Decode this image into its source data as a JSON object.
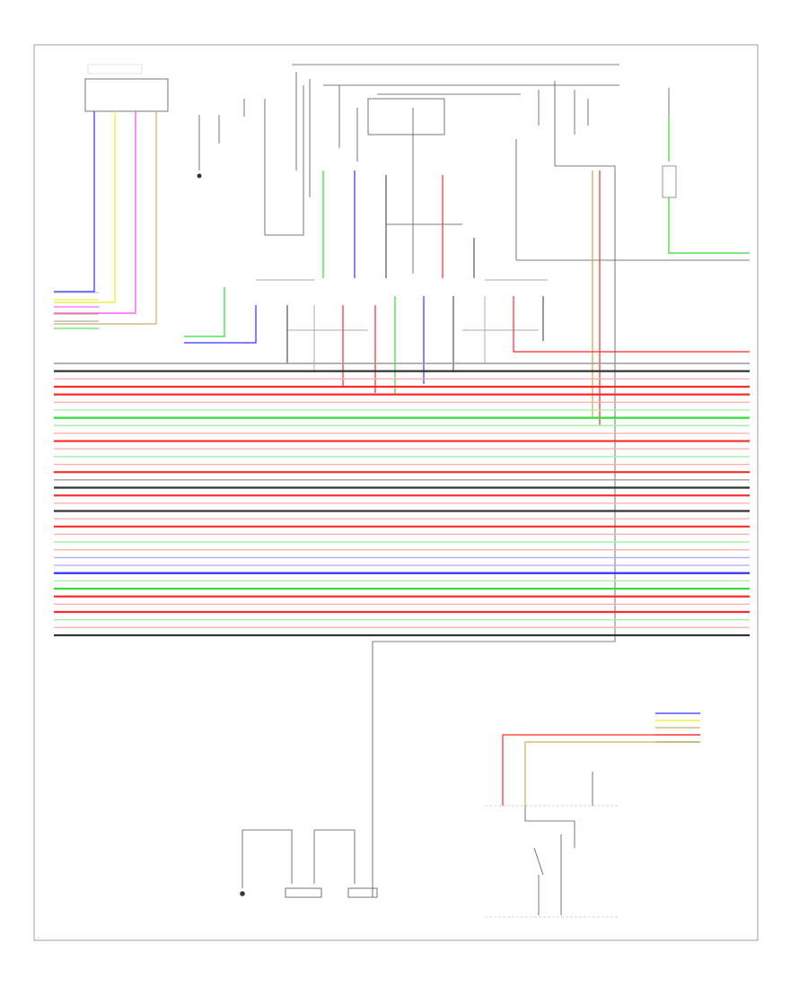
{
  "colors": {
    "red": "#ff2a2a",
    "pink": "#ffb0b0",
    "green": "#33dd33",
    "lightgreen": "#a8f0a8",
    "blue": "#3333ff",
    "lightblue": "#b0b0ff",
    "yellow": "#eeee22",
    "magenta": "#ff44ff",
    "tan": "#c8b060",
    "orange": "#d8a040",
    "black": "#333333",
    "gray": "#9a9a9a"
  },
  "page_number": "—",
  "connectors": {
    "top_left_colors": [
      "blue",
      "yellow",
      "magenta",
      "tan"
    ],
    "left_block_colors": [
      "lightblue",
      "yellow",
      "magenta",
      "tan",
      "gray",
      "green"
    ],
    "trunk_colors": [
      "gray",
      "black",
      "pink",
      "red",
      "red",
      "pink",
      "lightgreen",
      "green",
      "lightgreen",
      "pink",
      "red",
      "pink",
      "lightgreen",
      "pink",
      "red",
      "gray",
      "black",
      "red",
      "pink",
      "black",
      "pink",
      "red",
      "pink",
      "lightgreen",
      "pink",
      "lightblue",
      "lightblue",
      "blue",
      "lightgreen",
      "green",
      "red",
      "pink",
      "red",
      "lightgreen",
      "pink",
      "black"
    ],
    "lower_right_colors": [
      "blue",
      "yellow",
      "tan",
      "red",
      "black"
    ]
  }
}
